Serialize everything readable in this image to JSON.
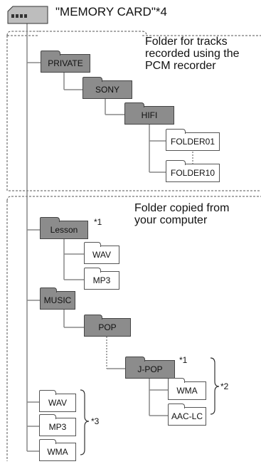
{
  "root": {
    "label": "\"MEMORY CARD\"*4",
    "icon": "memory-card-icon"
  },
  "sections": {
    "pcm": {
      "description": "Folder for tracks recorded using the PCM recorder",
      "lines": [
        "Folder for tracks",
        "recorded using the",
        "PCM recorder"
      ]
    },
    "computer": {
      "description": "Folder copied from your computer",
      "lines": [
        "Folder copied  from",
        "your computer"
      ]
    }
  },
  "folders": {
    "private": "PRIVATE",
    "sony": "SONY",
    "hifi": "HIFI",
    "folder01": "FOLDER01",
    "folder10": "FOLDER10",
    "lesson": "Lesson",
    "lesson_wav": "WAV",
    "lesson_mp3": "MP3",
    "music": "MUSIC",
    "pop": "POP",
    "jpop": "J-POP",
    "jpop_wma": "WMA",
    "jpop_aac": "AAC-LC",
    "root_wav": "WAV",
    "root_mp3": "MP3",
    "root_wma": "WMA"
  },
  "notes": {
    "lesson": "*1",
    "jpop": "*1",
    "jpop_group": "*2",
    "root_group": "*3"
  }
}
